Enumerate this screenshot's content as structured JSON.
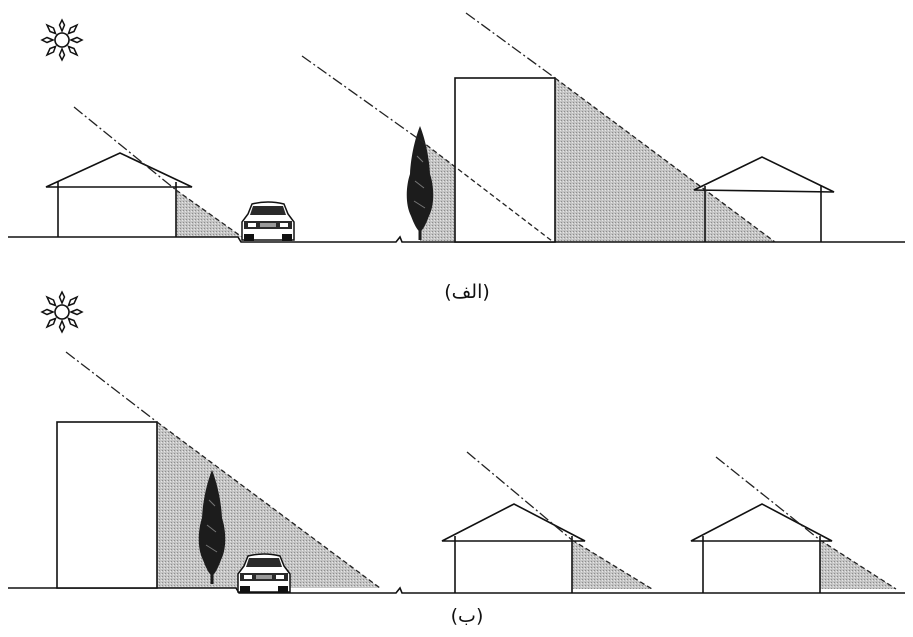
{
  "captions": {
    "top": "(الف)",
    "bottom": "(ب)"
  },
  "icons": {
    "sun": "sun-icon",
    "house": "house-icon",
    "car": "car-icon",
    "tree": "tree-icon",
    "building": "tall-building"
  },
  "colors": {
    "line": "#111111",
    "shadow": "#bdbdbd",
    "sun_ray": "#333333"
  }
}
